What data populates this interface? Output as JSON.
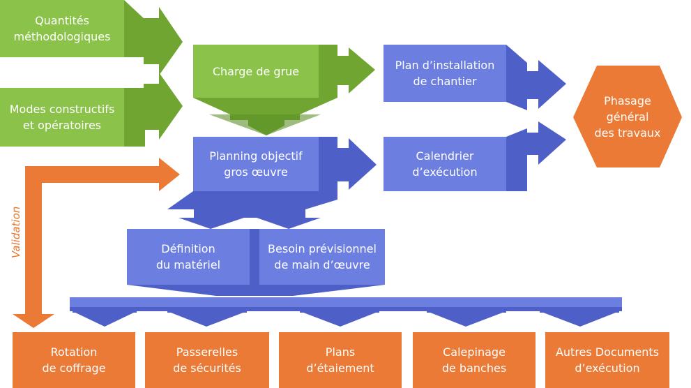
{
  "colors": {
    "green_front": "#8bc34a",
    "green_side": "#6fa530",
    "green_dark": "#5b8f27",
    "blue_front": "#6c7fe0",
    "blue_side": "#4e5fc8",
    "blue_dark": "#3f4fb0",
    "orange_front": "#ea7a35",
    "orange_dark": "#c95f1f",
    "validation_text": "#e8762c"
  },
  "nodes": {
    "quantites": "Quantités\nméthodologiques",
    "modes": "Modes constructifs\net opératoires",
    "charge_grue": "Charge de grue",
    "planning": "Planning objectif\ngros œuvre",
    "plan_installation": "Plan d’installation\nde chantier",
    "calendrier": "Calendrier\nd’exécution",
    "phasage": "Phasage\ngénéral\ndes travaux",
    "definition": "Définition\ndu matériel",
    "besoin": "Besoin prévisionnel\nde main d’œuvre",
    "rotation": "Rotation\nde coffrage",
    "passerelles": "Passerelles\nde sécurités",
    "plans_etaiement": "Plans\nd’étaiement",
    "calepinage": "Calepinage\nde banches",
    "autres": "Autres Documents\nd’exécution"
  },
  "validation_label": "Validation"
}
